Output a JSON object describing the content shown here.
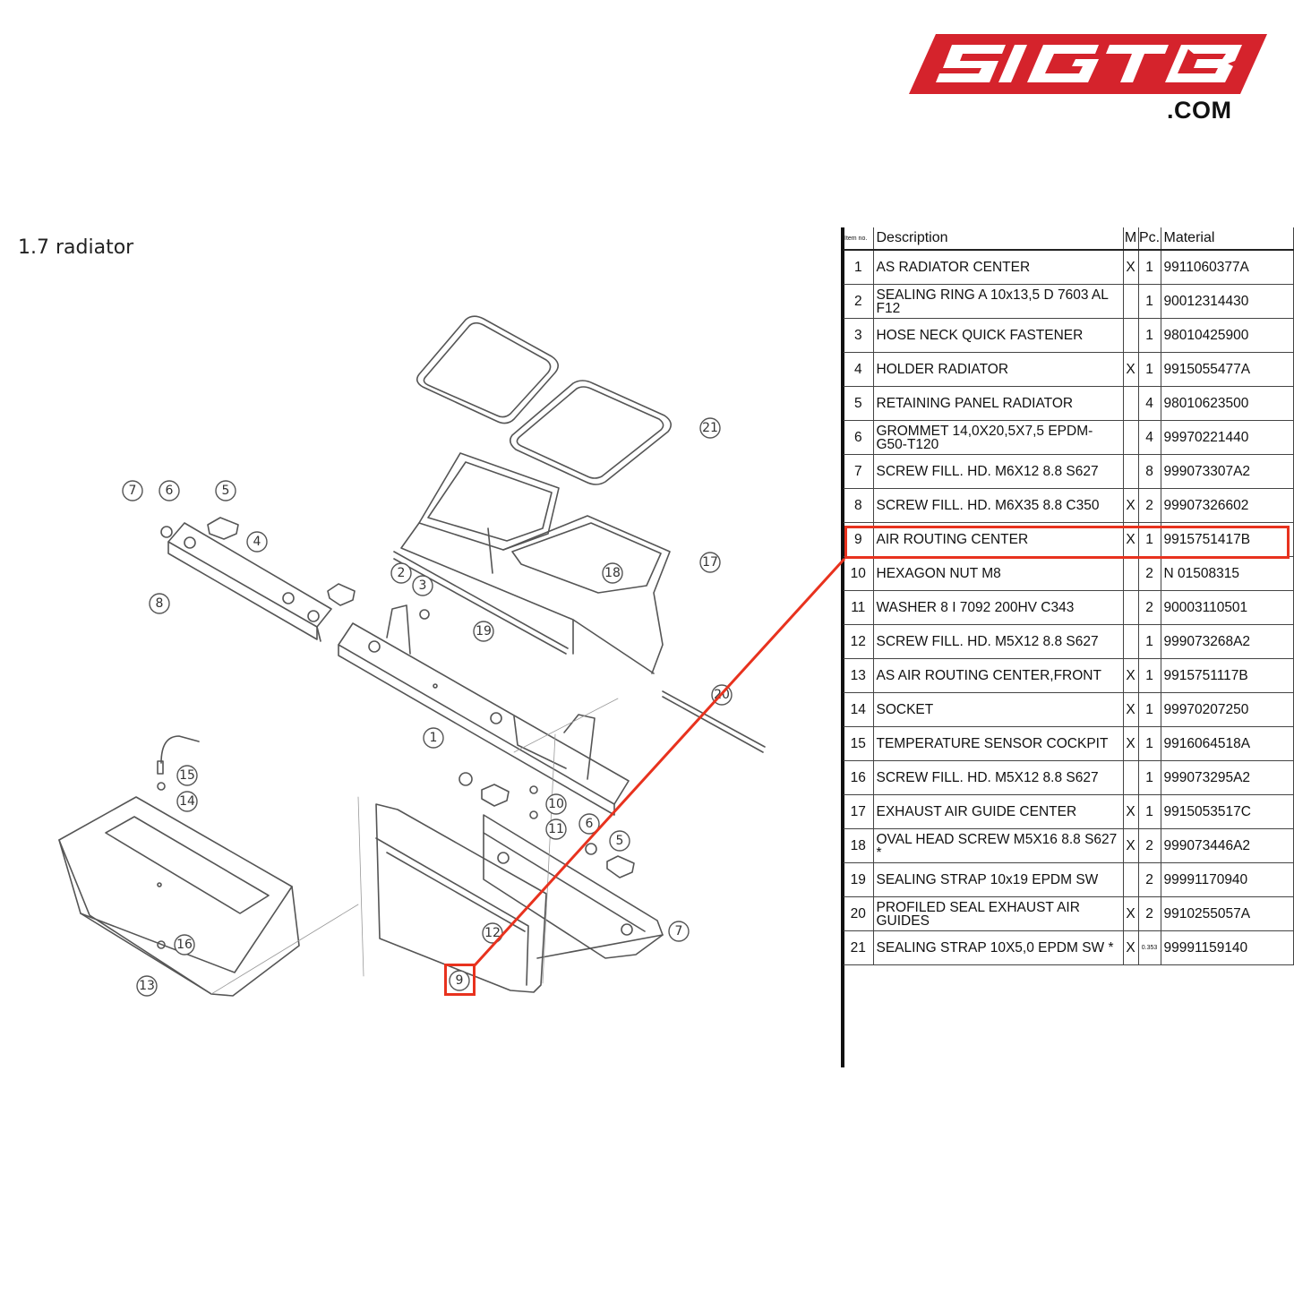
{
  "brand": {
    "logo_text": "SIGTB",
    "domain": ".COM",
    "logo_color": "#d5232c"
  },
  "section_title": "1.7  radiator",
  "highlight_color": "#e8321e",
  "table": {
    "headers": {
      "no": "Item no.",
      "description": "Description",
      "m": "M",
      "pc": "Pc.",
      "material": "Material"
    },
    "highlighted_item": "9",
    "rows": [
      {
        "no": "1",
        "desc": "AS RADIATOR CENTER",
        "m": "X",
        "pc": "1",
        "material": "9911060377A"
      },
      {
        "no": "2",
        "desc": "SEALING RING A 10x13,5 D 7603 AL F12",
        "m": "",
        "pc": "1",
        "material": "90012314430"
      },
      {
        "no": "3",
        "desc": "HOSE NECK QUICK FASTENER",
        "m": "",
        "pc": "1",
        "material": "98010425900"
      },
      {
        "no": "4",
        "desc": "HOLDER RADIATOR",
        "m": "X",
        "pc": "1",
        "material": "9915055477A"
      },
      {
        "no": "5",
        "desc": "RETAINING PANEL RADIATOR",
        "m": "",
        "pc": "4",
        "material": "98010623500"
      },
      {
        "no": "6",
        "desc": "GROMMET 14,0X20,5X7,5 EPDM-G50-T120",
        "m": "",
        "pc": "4",
        "material": "99970221440"
      },
      {
        "no": "7",
        "desc": "SCREW FILL. HD. M6X12 8.8 S627",
        "m": "",
        "pc": "8",
        "material": "999073307A2"
      },
      {
        "no": "8",
        "desc": "SCREW FILL. HD. M6X35 8.8 C350",
        "m": "X",
        "pc": "2",
        "material": "99907326602"
      },
      {
        "no": "9",
        "desc": "AIR ROUTING CENTER",
        "m": "X",
        "pc": "1",
        "material": "9915751417B"
      },
      {
        "no": "10",
        "desc": "HEXAGON NUT M8",
        "m": "",
        "pc": "2",
        "material": "N  01508315"
      },
      {
        "no": "11",
        "desc": "WASHER 8 I 7092 200HV C343",
        "m": "",
        "pc": "2",
        "material": "90003110501"
      },
      {
        "no": "12",
        "desc": "SCREW FILL. HD. M5X12 8.8 S627",
        "m": "",
        "pc": "1",
        "material": "999073268A2"
      },
      {
        "no": "13",
        "desc": "AS AIR ROUTING CENTER,FRONT",
        "m": "X",
        "pc": "1",
        "material": "9915751117B"
      },
      {
        "no": "14",
        "desc": "SOCKET",
        "m": "X",
        "pc": "1",
        "material": "99970207250"
      },
      {
        "no": "15",
        "desc": "TEMPERATURE SENSOR COCKPIT",
        "m": "X",
        "pc": "1",
        "material": "9916064518A"
      },
      {
        "no": "16",
        "desc": "SCREW FILL. HD. M5X12 8.8 S627",
        "m": "",
        "pc": "1",
        "material": "999073295A2"
      },
      {
        "no": "17",
        "desc": "EXHAUST AIR GUIDE CENTER",
        "m": "X",
        "pc": "1",
        "material": "9915053517C"
      },
      {
        "no": "18",
        "desc": "OVAL HEAD SCREW M5X16 8.8 S627 *",
        "m": "X",
        "pc": "2",
        "material": "999073446A2"
      },
      {
        "no": "19",
        "desc": "SEALING STRAP 10x19 EPDM SW",
        "m": "",
        "pc": "2",
        "material": "99991170940"
      },
      {
        "no": "20",
        "desc": "PROFILED SEAL EXHAUST AIR GUIDES",
        "m": "X",
        "pc": "2",
        "material": "9910255057A"
      },
      {
        "no": "21",
        "desc": "SEALING STRAP 10X5,0 EPDM SW *",
        "m": "X",
        "pc": "0.353",
        "material": "99991159140"
      }
    ]
  },
  "diagram": {
    "callouts": [
      "7",
      "6",
      "5",
      "4",
      "8",
      "2",
      "3",
      "19",
      "18",
      "17",
      "21",
      "1",
      "20",
      "15",
      "14",
      "16",
      "13",
      "10",
      "11",
      "6",
      "5",
      "12",
      "7",
      "9"
    ]
  }
}
